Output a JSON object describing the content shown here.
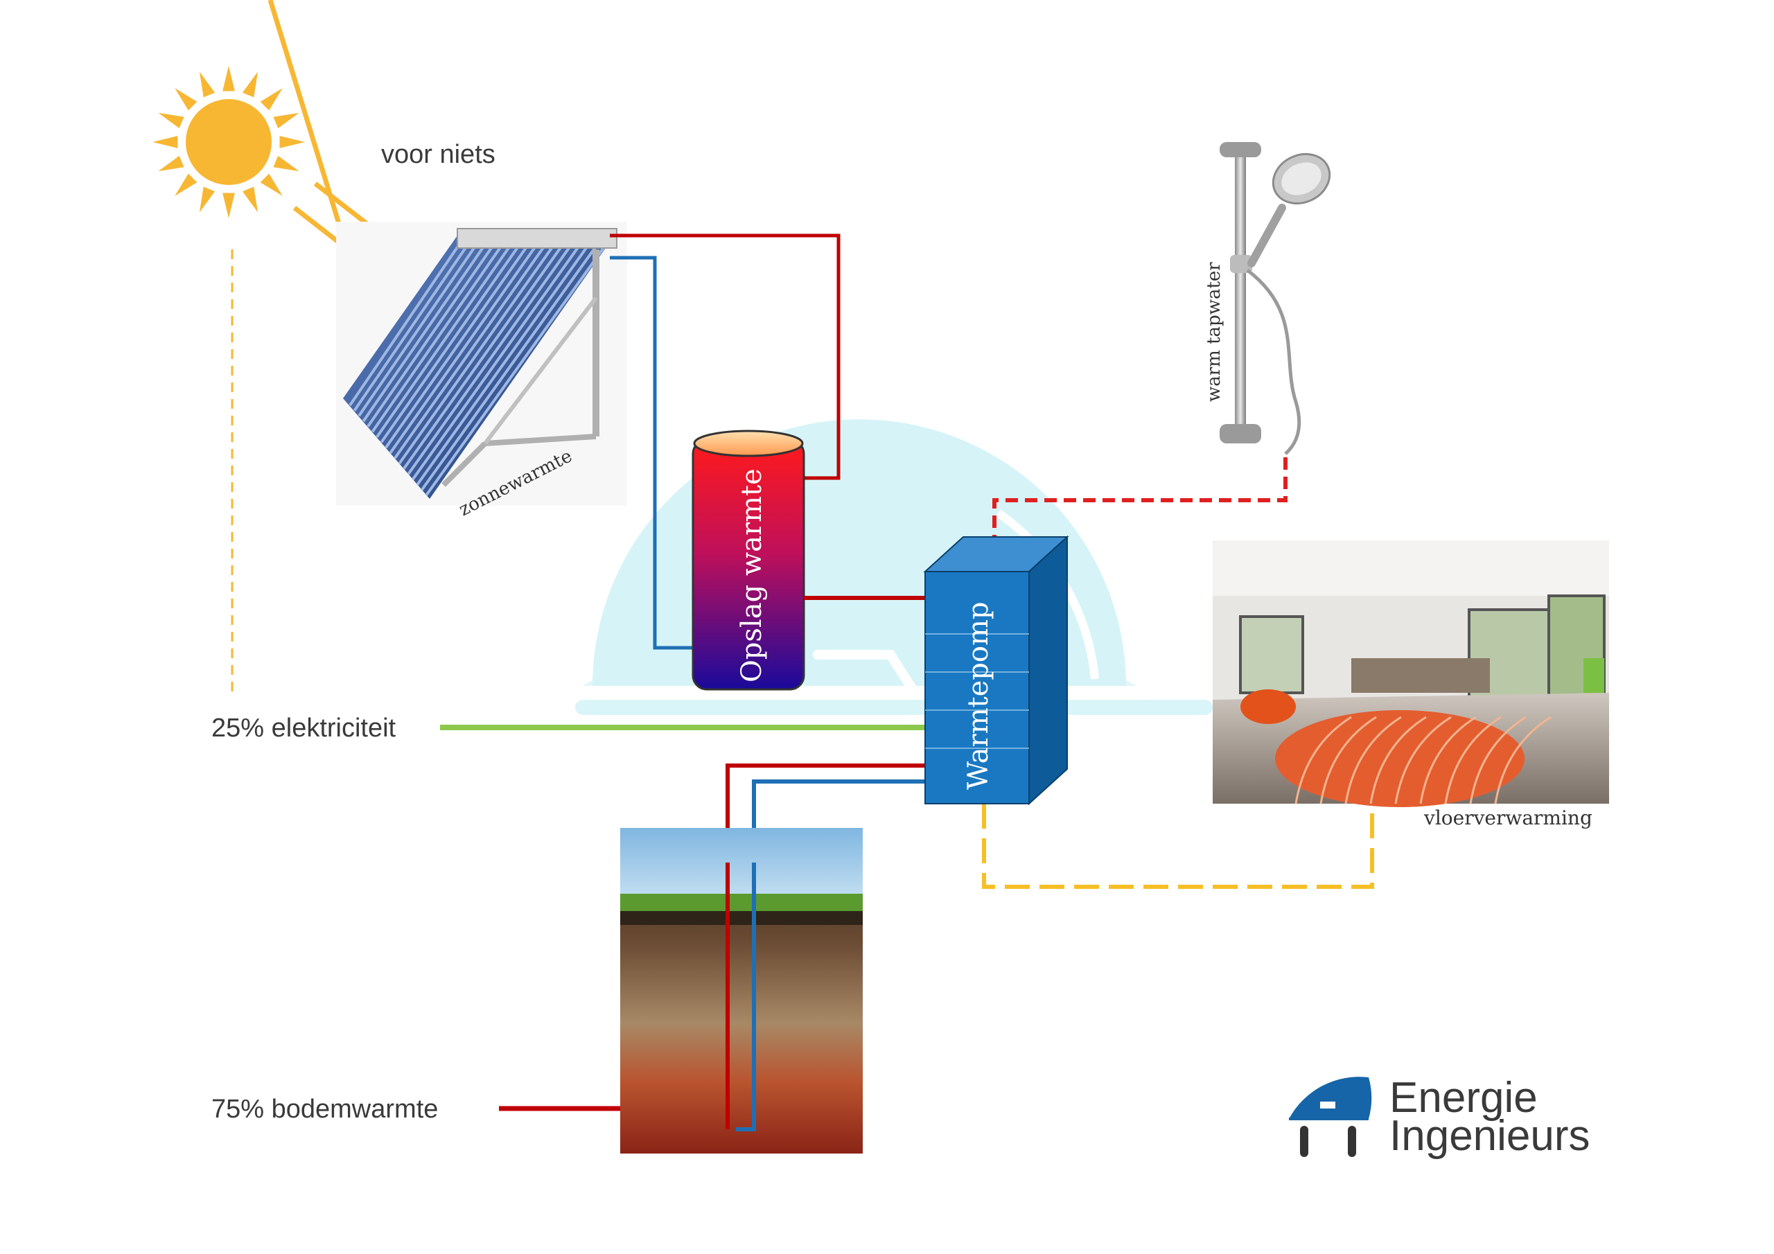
{
  "labels": {
    "sun_free": "voor niets",
    "solar_heat": "zonnewarmte",
    "storage": "Opslag warmte",
    "heat_pump": "Warmtepomp",
    "hot_tap_water": "warm tapwater",
    "floor_heating": "vloerverwarming",
    "electricity": "25% elektriciteit",
    "ground_heat": "75% bodemwarmte"
  },
  "logo": {
    "line1": "Energie",
    "line2": "Ingenieurs"
  },
  "colors": {
    "sun": "#f7b733",
    "hot_pipe": "#c00000",
    "cold_pipe": "#1f6fb5",
    "electric": "#8cc84b",
    "floor_loop": "#f6bf26",
    "tap_line": "#e02020",
    "pump_front": "#1a78c2",
    "pump_side": "#0d5c99",
    "pump_top": "#3d8fd1",
    "dome": "#d9f6f9",
    "brand": "#1565a8"
  },
  "icons": {
    "sun": "sun-icon",
    "solar_collector": "solar-collector-image",
    "shower": "shower-image",
    "room": "floor-heating-room-image",
    "ground": "ground-layers-image",
    "logo_mark": "dome-logo-icon"
  }
}
